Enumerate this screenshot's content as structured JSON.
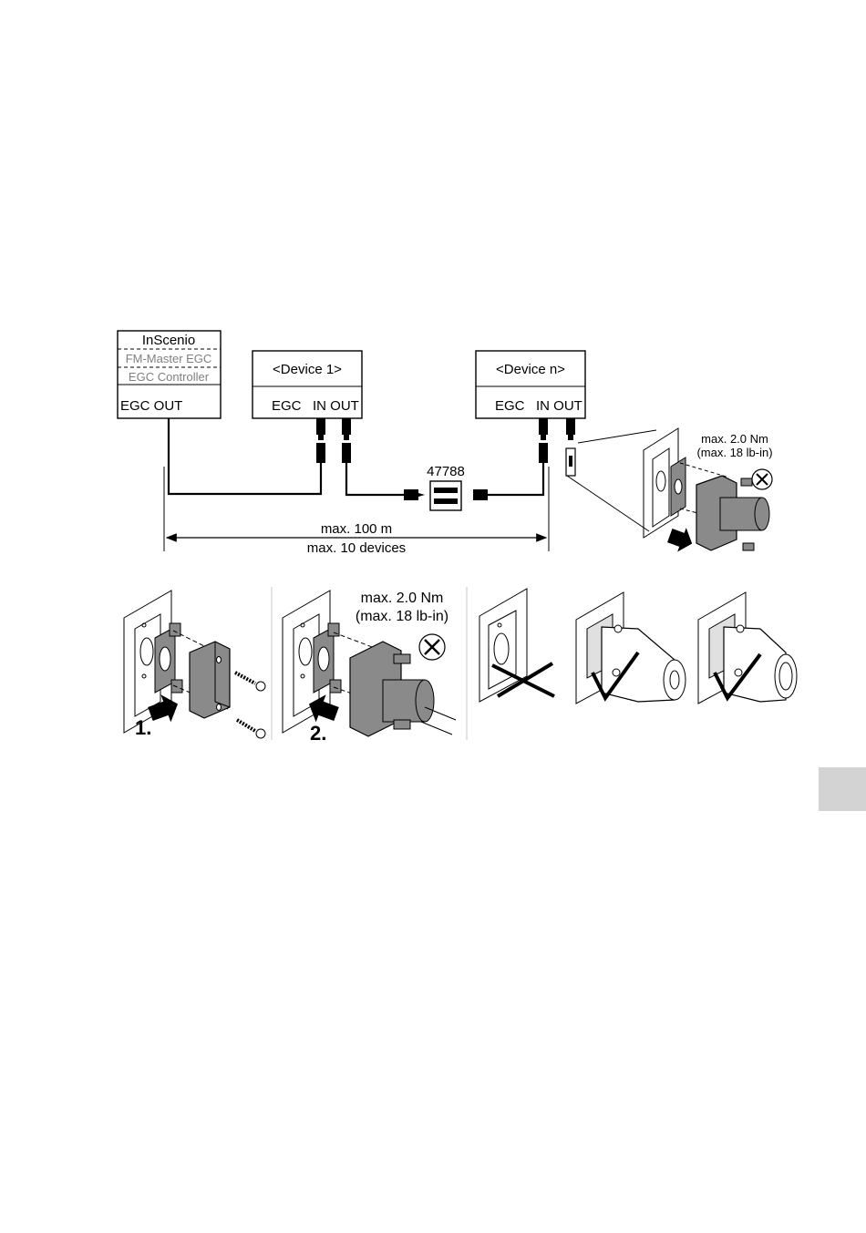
{
  "controller": {
    "title": "InScenio",
    "alt1": "FM-Master EGC",
    "alt2": "EGC Controller",
    "port": "EGC OUT"
  },
  "device1": {
    "title": "<Device 1>",
    "ports": "EGC   IN OUT"
  },
  "devicen": {
    "title": "<Device n>",
    "ports": "EGC   IN OUT"
  },
  "part_number": "47788",
  "span": {
    "length": "max. 100 m",
    "devices": "max. 10 devices"
  },
  "torque_small": {
    "line1": "max. 2.0 Nm",
    "line2": "(max. 18 lb-in)"
  },
  "torque_large": {
    "line1": "max. 2.0 Nm",
    "line2": "(max. 18 lb-in)"
  },
  "steps": {
    "one": "1.",
    "two": "2."
  }
}
